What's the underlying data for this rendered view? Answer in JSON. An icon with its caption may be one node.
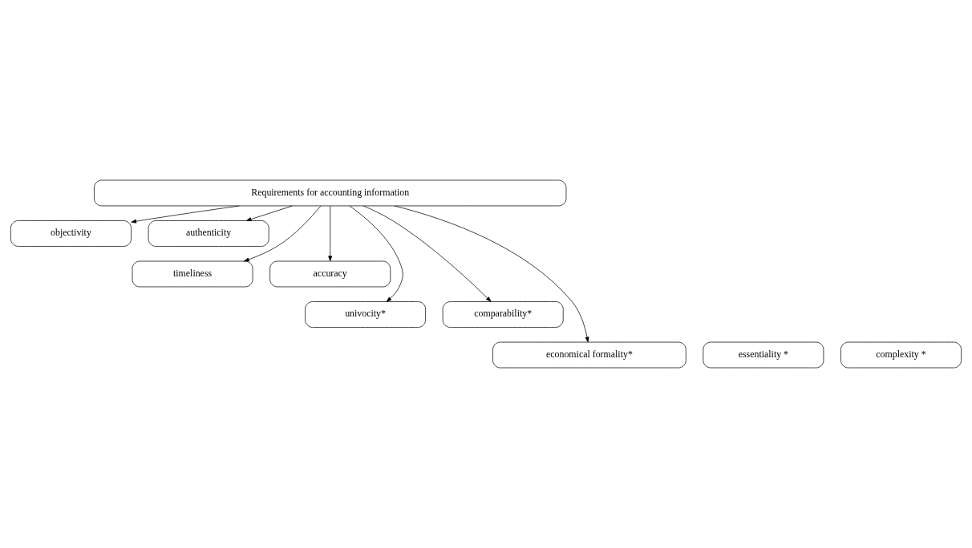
{
  "diagram": {
    "nodes": [
      {
        "text": [
          "Requirements for accounting information"
        ]
      },
      {
        "text": [
          "objectivity"
        ]
      },
      {
        "text": [
          "authenticity"
        ]
      },
      {
        "text": [
          "timeliness"
        ]
      },
      {
        "text": [
          "accuracy"
        ]
      },
      {
        "text": [
          "univocity*"
        ]
      },
      {
        "text": [
          "comparability*"
        ]
      },
      {
        "text": [
          "essentiality *"
        ]
      },
      {
        "text": [
          "complexity *"
        ]
      },
      {
        "text": [
          "economical formality*"
        ]
      }
    ],
    "edges": [
      {
        "from": 0,
        "to": 1,
        "arrow": "to"
      },
      {
        "from": 0,
        "to": 3,
        "arrow": "to"
      },
      {
        "from": 0,
        "to": 5,
        "arrow": "to"
      },
      {
        "from": 0,
        "to": 9,
        "arrow": "to"
      },
      {
        "from": 0,
        "to": 6,
        "arrow": "to"
      },
      {
        "from": 0,
        "to": 4,
        "arrow": "to"
      },
      {
        "from": 0,
        "to": 2,
        "arrow": "to"
      }
    ]
  }
}
